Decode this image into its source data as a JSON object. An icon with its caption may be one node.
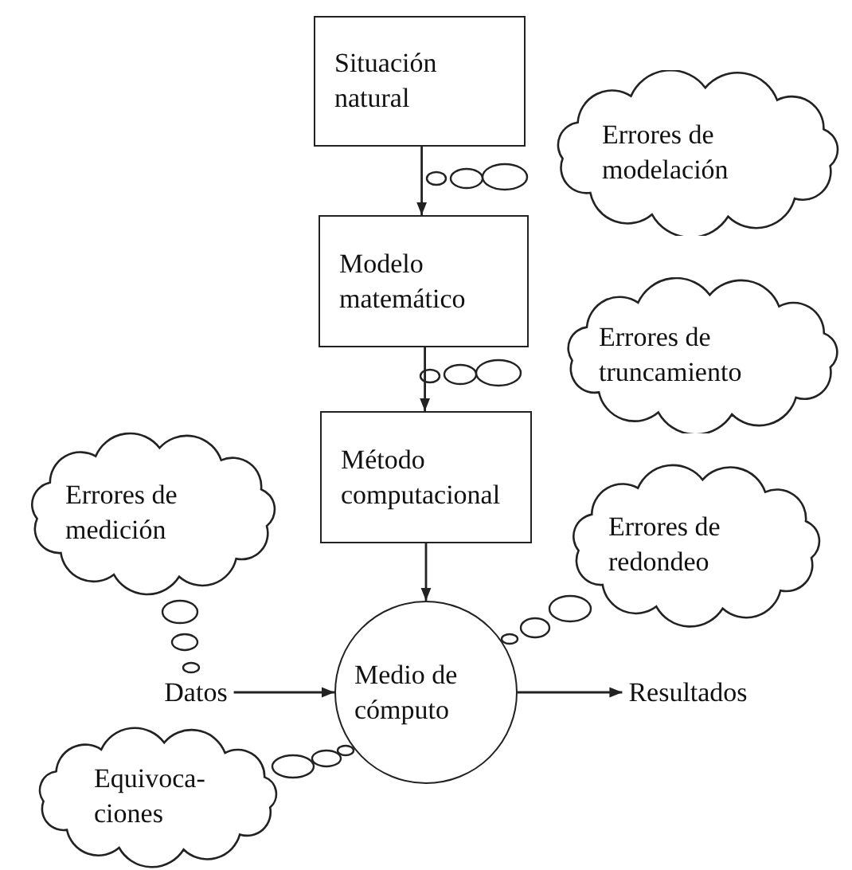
{
  "diagram": {
    "nodes": [
      {
        "text": [
          "Situación natural"
        ]
      },
      {
        "text": [
          "Errores de modelación"
        ]
      },
      {
        "text": [
          "Modelo matemático"
        ]
      },
      {
        "text": [
          "Errores de truncamiento"
        ]
      },
      {
        "text": [
          "Método computacional"
        ]
      },
      {
        "text": [
          "Errores de medición"
        ]
      },
      {
        "text": [
          "Errores de redondeo"
        ]
      },
      {
        "text": [
          "Datos"
        ]
      },
      {
        "text": [
          "Medio de cómputo"
        ]
      },
      {
        "text": [
          "Resultados"
        ]
      },
      {
        "text": [
          "Equivoca- ciones"
        ]
      }
    ],
    "edges": [
      {
        "from": 0,
        "to": 2,
        "arrow": "to"
      },
      {
        "from": 2,
        "to": 4,
        "arrow": "to"
      },
      {
        "from": 4,
        "to": 8,
        "arrow": "to"
      },
      {
        "from": 7,
        "to": 8,
        "arrow": "to"
      },
      {
        "from": 8,
        "to": 9,
        "arrow": "to"
      }
    ]
  }
}
